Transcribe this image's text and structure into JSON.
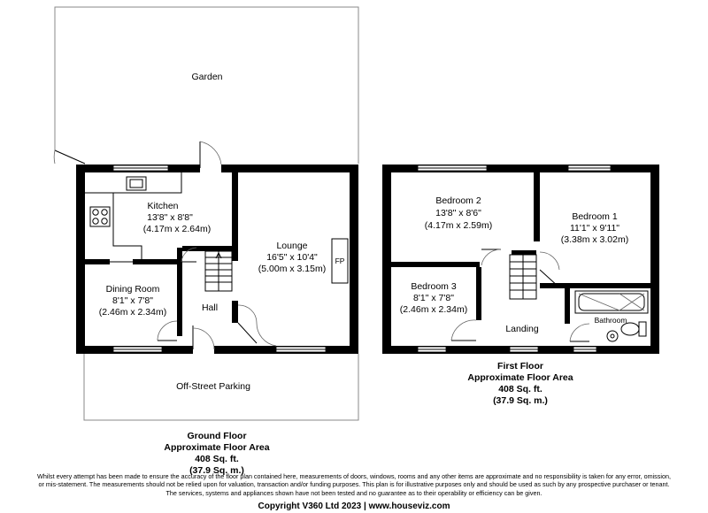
{
  "ground_floor": {
    "garden": {
      "name": "Garden"
    },
    "parking": {
      "name": "Off-Street Parking"
    },
    "kitchen": {
      "name": "Kitchen",
      "dim_imperial": "13'8\" x 8'8\"",
      "dim_metric": "(4.17m x 2.64m)"
    },
    "lounge": {
      "name": "Lounge",
      "dim_imperial": "16'5\" x 10'4\"",
      "dim_metric": "(5.00m x 3.15m)",
      "fireplace": "FP"
    },
    "dining": {
      "name": "Dining Room",
      "dim_imperial": "8'1\" x 7'8\"",
      "dim_metric": "(2.46m x 2.34m)"
    },
    "hall": {
      "name": "Hall"
    },
    "area": {
      "title": "Ground Floor",
      "subtitle": "Approximate Floor Area",
      "sqft": "408 Sq. ft.",
      "sqm": "(37.9 Sq. m.)"
    }
  },
  "first_floor": {
    "bedroom2": {
      "name": "Bedroom 2",
      "dim_imperial": "13'8\" x 8'6\"",
      "dim_metric": "(4.17m x 2.59m)"
    },
    "bedroom1": {
      "name": "Bedroom 1",
      "dim_imperial": "11'1\" x 9'11\"",
      "dim_metric": "(3.38m x 3.02m)"
    },
    "bedroom3": {
      "name": "Bedroom 3",
      "dim_imperial": "8'1\" x 7'8\"",
      "dim_metric": "(2.46m x 2.34m)"
    },
    "landing": {
      "name": "Landing"
    },
    "bathroom": {
      "name": "Bathroom"
    },
    "area": {
      "title": "First Floor",
      "subtitle": "Approximate Floor Area",
      "sqft": "408 Sq. ft.",
      "sqm": "(37.9 Sq. m.)"
    }
  },
  "disclaimer": [
    "Whilst every attempt has been made to ensure the accuracy of the floor plan contained here, measurements of doors, windows, rooms and any other items are approximate and no responsibility is taken for any error, omission,",
    "or mis-statement. The measurements should not be relied upon for valuation, transaction and/or funding purposes. This plan is for illustrative purposes only and should be used as such by any prospective purchaser or tenant.",
    "The services, systems and appliances shown have not been tested and no guarantee as to their operability or efficiency can be given."
  ],
  "copyright": "Copyright V360 Ltd 2023 | www.houseviz.com"
}
